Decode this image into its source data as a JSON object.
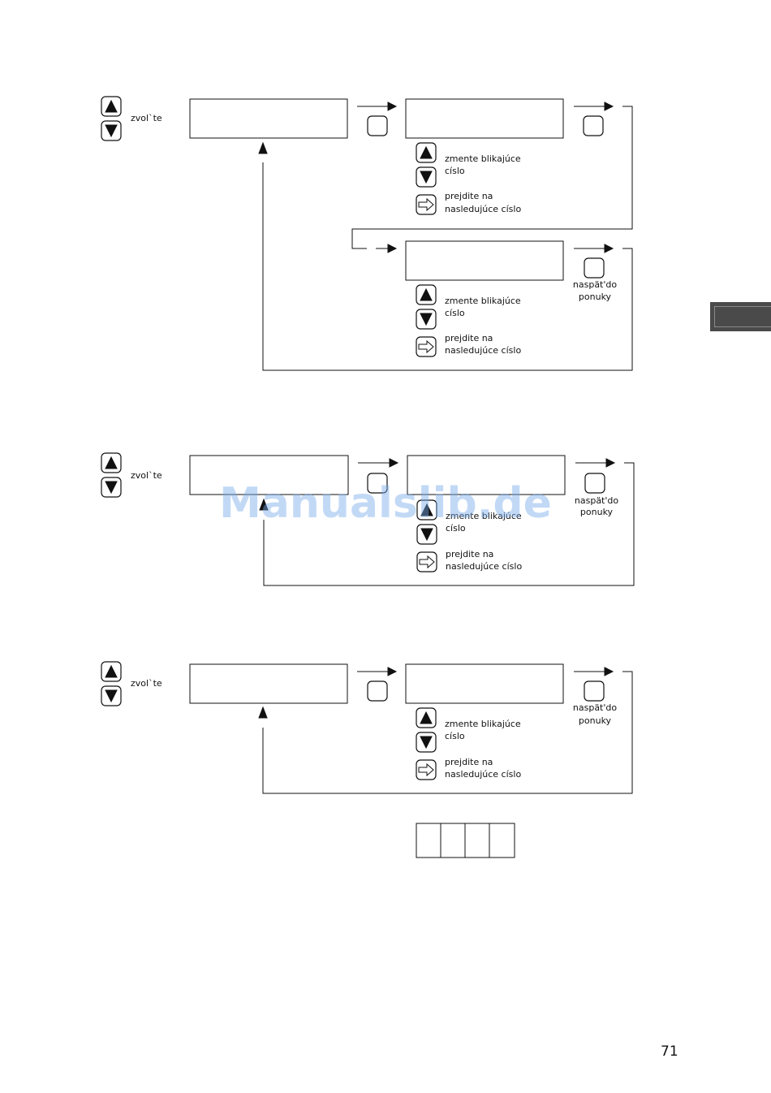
{
  "labels": {
    "select": "zvol`te",
    "change_digit_line1": "zmente blikajúce",
    "change_digit_line2": "císlo",
    "next_digit_line1": "prejdite na",
    "next_digit_line2": "nasledujúce císlo",
    "back_line1": "naspät'do",
    "back_line2": "ponuky"
  },
  "watermark": "Manualslib.de",
  "page_number": "71",
  "icons": {
    "up": "up-arrow-button-icon",
    "down": "down-arrow-button-icon",
    "right": "right-arrow-button-icon",
    "blank": "blank-button-icon"
  }
}
